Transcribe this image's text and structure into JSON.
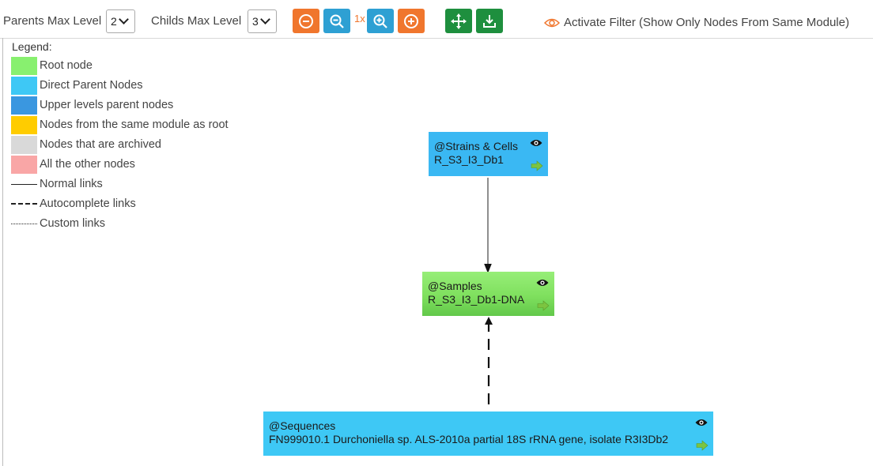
{
  "toolbar": {
    "parents_label": "Parents Max Level",
    "parents_value": "2",
    "childs_label": "Childs Max Level",
    "childs_value": "3",
    "zoom_level": "1x",
    "filter_label": "Activate Filter (Show Only Nodes From Same Module)"
  },
  "legend": {
    "title": "Legend:",
    "items": [
      {
        "label": "Root node",
        "color": "#88f06f"
      },
      {
        "label": "Direct Parent Nodes",
        "color": "#3ec8f5"
      },
      {
        "label": "Upper levels parent nodes",
        "color": "#3a97e0"
      },
      {
        "label": "Nodes from the same module as root",
        "color": "#ffcc00"
      },
      {
        "label": "Nodes that are archived",
        "color": "#d9d9d9"
      },
      {
        "label": "All the other nodes",
        "color": "#f9a6a6"
      }
    ],
    "links": [
      {
        "label": "Normal links",
        "style": "solid"
      },
      {
        "label": "Autocomplete links",
        "style": "dashed"
      },
      {
        "label": "Custom links",
        "style": "dotted"
      }
    ]
  },
  "nodes": [
    {
      "module": "@Strains & Cells",
      "name": "R_S3_I3_Db1",
      "kind": "direct-parent",
      "color": "#3ab8f3"
    },
    {
      "module": "@Samples",
      "name": "R_S3_I3_Db1-DNA",
      "kind": "root",
      "color": "#7fe05e"
    },
    {
      "module": "@Sequences",
      "name": "FN999010.1 Durchoniella sp. ALS-2010a partial 18S rRNA gene, isolate R3I3Db2",
      "kind": "direct-parent",
      "color": "#3ec8f5"
    }
  ],
  "links": [
    {
      "from": "@Strains & Cells",
      "to": "@Samples",
      "style": "solid"
    },
    {
      "from": "@Sequences",
      "to": "@Samples",
      "style": "dashed"
    }
  ],
  "icons": {
    "zoom_out_full": "minus-circle-icon",
    "zoom_out": "zoom-out-icon",
    "zoom_in": "zoom-in-icon",
    "zoom_in_full": "plus-circle-icon",
    "fit": "move-icon",
    "download": "download-icon",
    "filter": "eye-icon",
    "node_view": "eye-icon",
    "node_open": "arrow-right-icon"
  }
}
